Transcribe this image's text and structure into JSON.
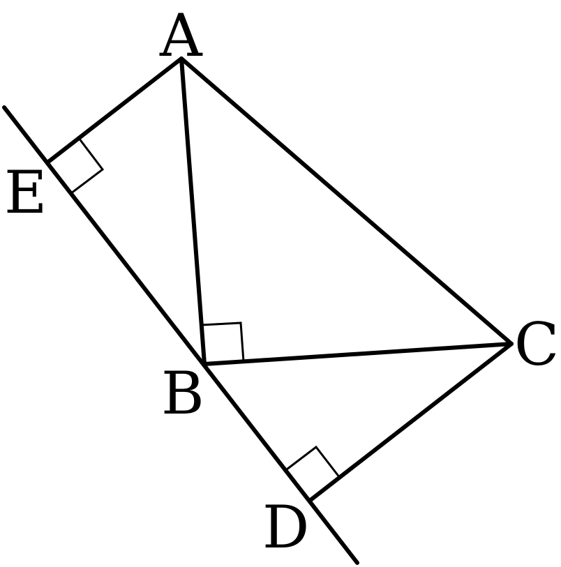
{
  "diagram": {
    "labels": {
      "A": "A",
      "B": "B",
      "C": "C",
      "D": "D",
      "E": "E"
    },
    "segments": [
      "EA",
      "AB",
      "AC",
      "BC",
      "CD",
      "ED"
    ],
    "right_angles": [
      "AEB",
      "ABC",
      "BDC"
    ],
    "colors": {
      "stroke": "#000000",
      "background": "#ffffff"
    }
  }
}
